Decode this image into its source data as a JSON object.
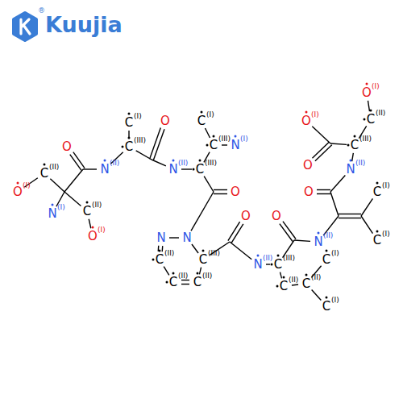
{
  "diagram": {
    "labels": [
      "Kuujia",
      "®",
      "C",
      "(I)",
      "O",
      "O",
      "C",
      "(III)",
      "N",
      "(II)",
      "C",
      "(II)",
      "O",
      "(I)",
      "N",
      "(I)",
      "C",
      "(II)",
      "O",
      "(I)",
      "C",
      "(I)",
      "C",
      "(III)",
      "N",
      "(I)",
      "N",
      "(II)",
      "C",
      "(III)",
      "O",
      "N",
      "N",
      "C",
      "(II)",
      "C",
      "(III)",
      "C",
      "(II)",
      "C",
      "(II)",
      "O",
      "N",
      "(II)",
      "C",
      "(III)",
      "C",
      "(II)",
      "C",
      "(II)",
      "C",
      "(I)",
      "C",
      "(I)",
      "O",
      "N",
      "(II)",
      "O",
      "N",
      "(II)",
      "C",
      "(I)",
      "C",
      "(I)",
      "O",
      "(I)",
      "O",
      "C",
      "(III)",
      "C",
      "(II)",
      "O",
      "(I)"
    ]
  }
}
